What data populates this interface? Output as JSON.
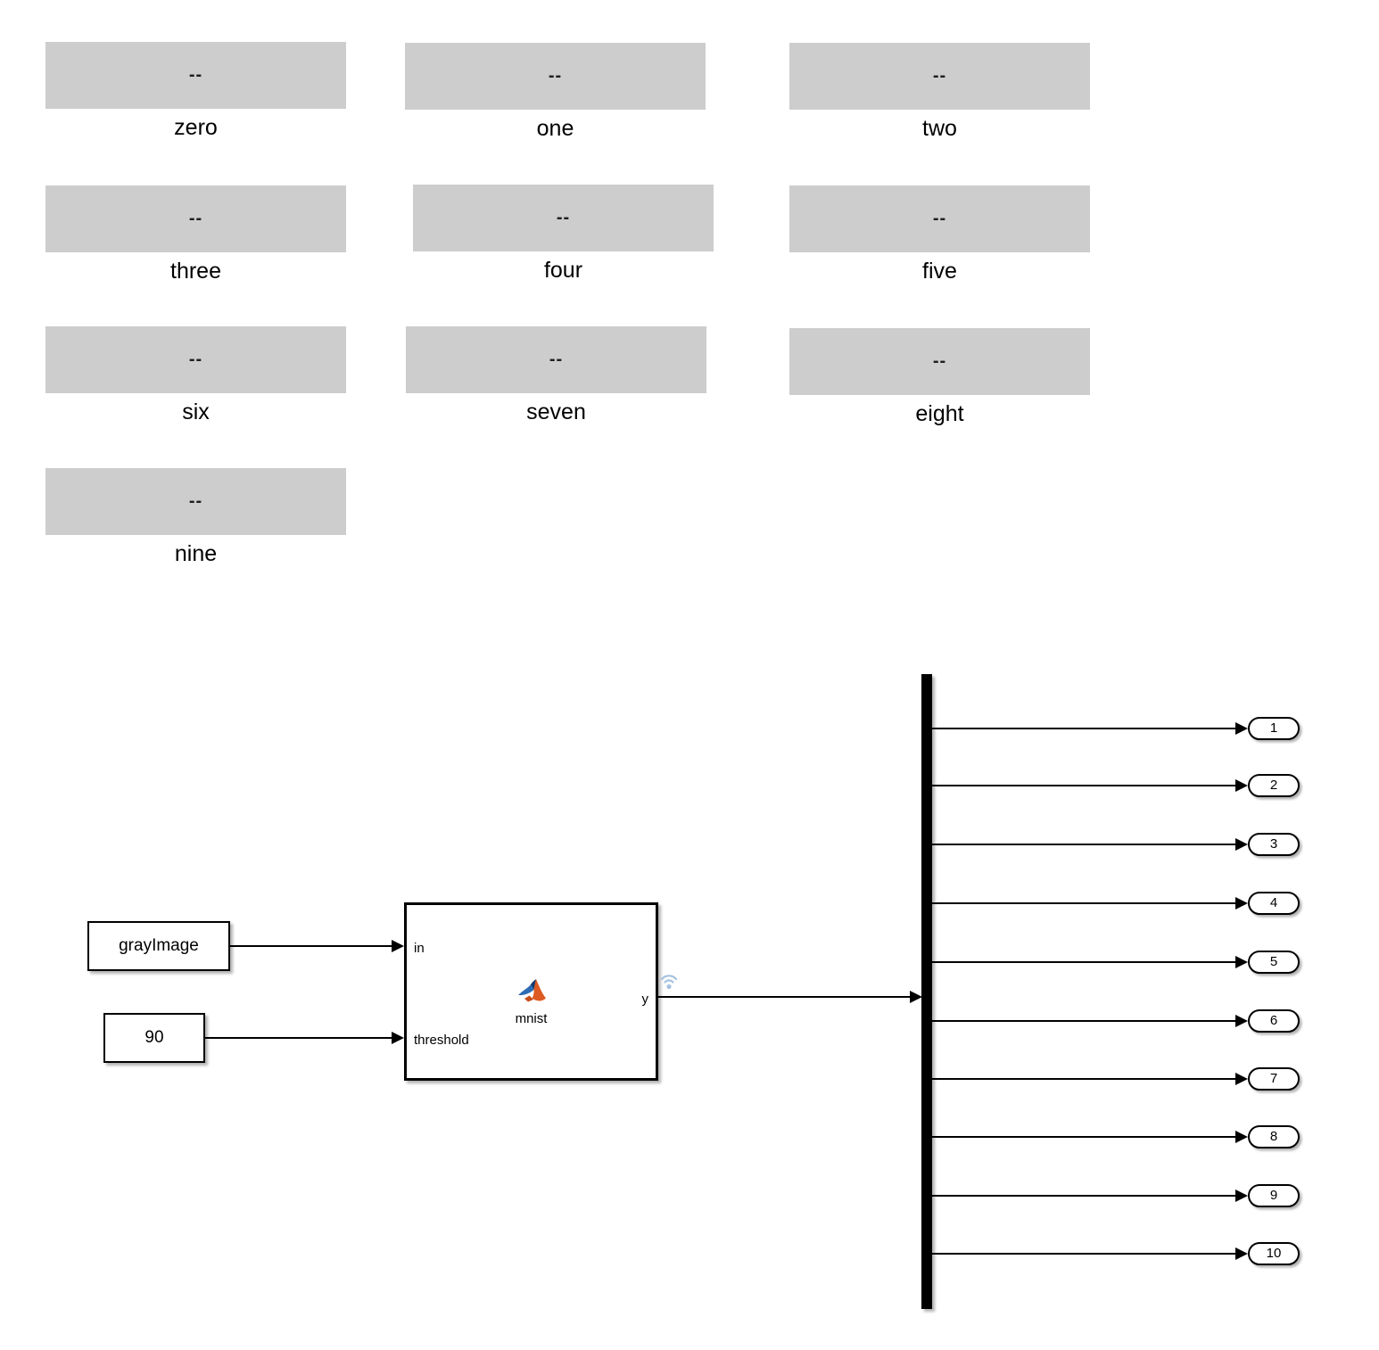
{
  "displays": [
    {
      "label": "zero",
      "value": "--"
    },
    {
      "label": "one",
      "value": "--"
    },
    {
      "label": "two",
      "value": "--"
    },
    {
      "label": "three",
      "value": "--"
    },
    {
      "label": "four",
      "value": "--"
    },
    {
      "label": "five",
      "value": "--"
    },
    {
      "label": "six",
      "value": "--"
    },
    {
      "label": "seven",
      "value": "--"
    },
    {
      "label": "eight",
      "value": "--"
    },
    {
      "label": "nine",
      "value": "--"
    }
  ],
  "constants": [
    {
      "label": "grayImage"
    },
    {
      "label": "90"
    }
  ],
  "function_block": {
    "name": "mnist",
    "input_ports": [
      {
        "label": "in"
      },
      {
        "label": "threshold"
      }
    ],
    "output_port": {
      "label": "y"
    }
  },
  "outports": [
    {
      "label": "1"
    },
    {
      "label": "2"
    },
    {
      "label": "3"
    },
    {
      "label": "4"
    },
    {
      "label": "5"
    },
    {
      "label": "6"
    },
    {
      "label": "7"
    },
    {
      "label": "8"
    },
    {
      "label": "9"
    },
    {
      "label": "10"
    }
  ],
  "icons": {
    "matlab_logo": "matlab-membrane-icon",
    "signal_logging": "signal-logging-wifi-badge-icon"
  },
  "colors": {
    "background": "#ffffff",
    "display_fill": "#cdcdcd",
    "block_border": "#000000",
    "wire": "#000000",
    "logging_badge_blue": "#a6c1e0",
    "matlab_orange": "#dd5a22",
    "matlab_blue": "#2d6cb5",
    "matlab_navy": "#123b6d"
  }
}
